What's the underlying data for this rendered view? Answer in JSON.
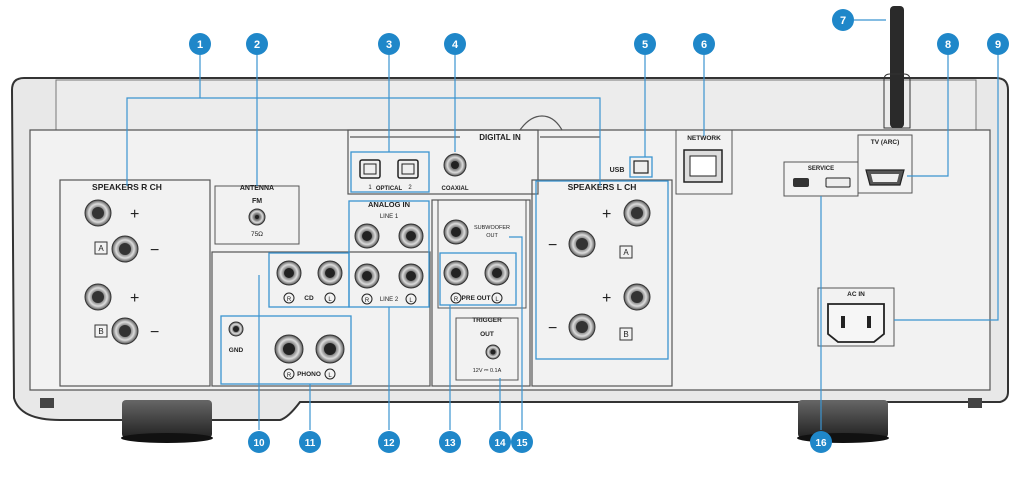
{
  "callouts": [
    "1",
    "2",
    "3",
    "4",
    "5",
    "6",
    "7",
    "8",
    "9",
    "10",
    "11",
    "12",
    "13",
    "14",
    "15",
    "16"
  ],
  "labels": {
    "digital_in": "DIGITAL IN",
    "network": "NETWORK",
    "usb": "USB",
    "tv_arc": "TV (ARC)",
    "service": "SERVICE",
    "speakers_r": "SPEAKERS R CH",
    "speakers_l": "SPEAKERS L CH",
    "antenna": "ANTENNA",
    "fm": "FM",
    "ohm": "75Ω",
    "optical": "OPTICAL",
    "opt1": "1",
    "opt2": "2",
    "coaxial": "COAXIAL",
    "analog_in": "ANALOG IN",
    "line1": "LINE 1",
    "line2": "LINE 2",
    "cd": "CD",
    "phono": "PHONO",
    "gnd": "GND",
    "subwoofer": "SUBWOOFER",
    "sub_out": "OUT",
    "pre_out": "PRE OUT",
    "trigger": "TRIGGER",
    "trig_out": "OUT",
    "trig_spec": "12V ⎓ 0.1A",
    "ac_in": "AC IN",
    "r": "R",
    "l": "L",
    "a": "A",
    "b": "B",
    "plus": "+",
    "minus": "−"
  },
  "colors": {
    "callout": "#1f87c9",
    "line": "#3b94d0",
    "panel": "#f1f1f1",
    "edge": "#333333"
  }
}
